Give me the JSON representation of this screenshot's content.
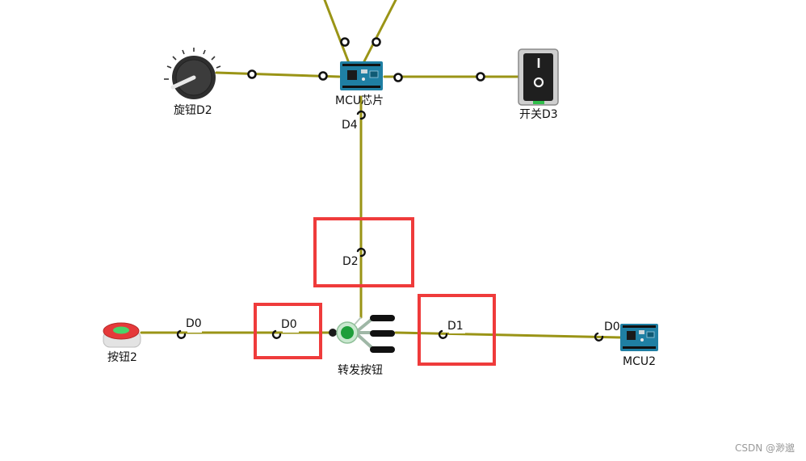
{
  "components": {
    "knob": {
      "label": "旋钮D2"
    },
    "mcu_chip": {
      "label": "MCU芯片",
      "port_label": "D4"
    },
    "switch": {
      "label": "开关D3"
    },
    "forward_button": {
      "label": "转发按钮",
      "port_up": "D2",
      "port_left": "D0",
      "port_right": "D1"
    },
    "button2": {
      "label": "按钮2",
      "port_label": "D0"
    },
    "mcu2": {
      "label": "MCU2",
      "port_label": "D0"
    }
  },
  "watermark": "CSDN @渺邈",
  "colors": {
    "wire": "#9a9416",
    "highlight": "#ef3b3b",
    "chip_board": "#1f7fa3",
    "button_cap": "#e5393a",
    "led_green": "#1e9e3a"
  }
}
